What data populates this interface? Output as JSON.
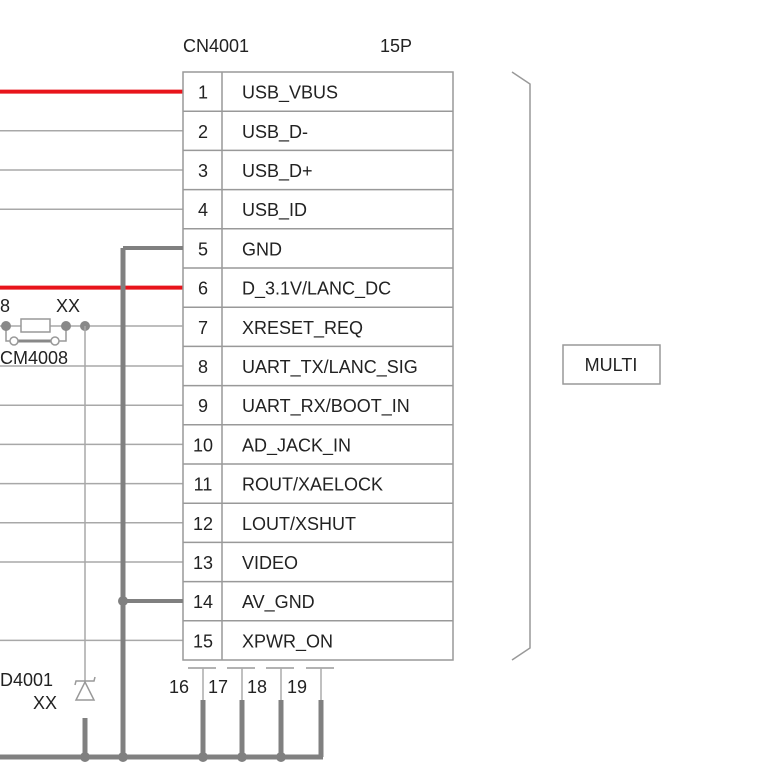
{
  "connector": {
    "ref": "CN4001",
    "pin_count_label": "15P",
    "pins": [
      {
        "num": "1",
        "name": "USB_VBUS",
        "net": "red"
      },
      {
        "num": "2",
        "name": "USB_D-",
        "net": "thin"
      },
      {
        "num": "3",
        "name": "USB_D+",
        "net": "thin"
      },
      {
        "num": "4",
        "name": "USB_ID",
        "net": "thin"
      },
      {
        "num": "5",
        "name": "GND",
        "net": "gnd"
      },
      {
        "num": "6",
        "name": "D_3.1V/LANC_DC",
        "net": "red"
      },
      {
        "num": "7",
        "name": "XRESET_REQ",
        "net": "comp"
      },
      {
        "num": "8",
        "name": "UART_TX/LANC_SIG",
        "net": "thin"
      },
      {
        "num": "9",
        "name": "UART_RX/BOOT_IN",
        "net": "thin"
      },
      {
        "num": "10",
        "name": "AD_JACK_IN",
        "net": "thin"
      },
      {
        "num": "11",
        "name": "ROUT/XAELOCK",
        "net": "thin"
      },
      {
        "num": "12",
        "name": "LOUT/XSHUT",
        "net": "thin"
      },
      {
        "num": "13",
        "name": "VIDEO",
        "net": "thin"
      },
      {
        "num": "14",
        "name": "AV_GND",
        "net": "gnd"
      },
      {
        "num": "15",
        "name": "XPWR_ON",
        "net": "thin"
      }
    ],
    "extra_pins": [
      "16",
      "17",
      "18",
      "19"
    ]
  },
  "group_label": "MULTI",
  "components": {
    "resistor_ref_partial": "8",
    "resistor_value": "XX",
    "cm_ref": "CM4008",
    "diode_ref": "D4001",
    "diode_value": "XX"
  },
  "colors": {
    "power": "#e8141b",
    "ground": "#808080",
    "line": "#a8a8a8"
  }
}
